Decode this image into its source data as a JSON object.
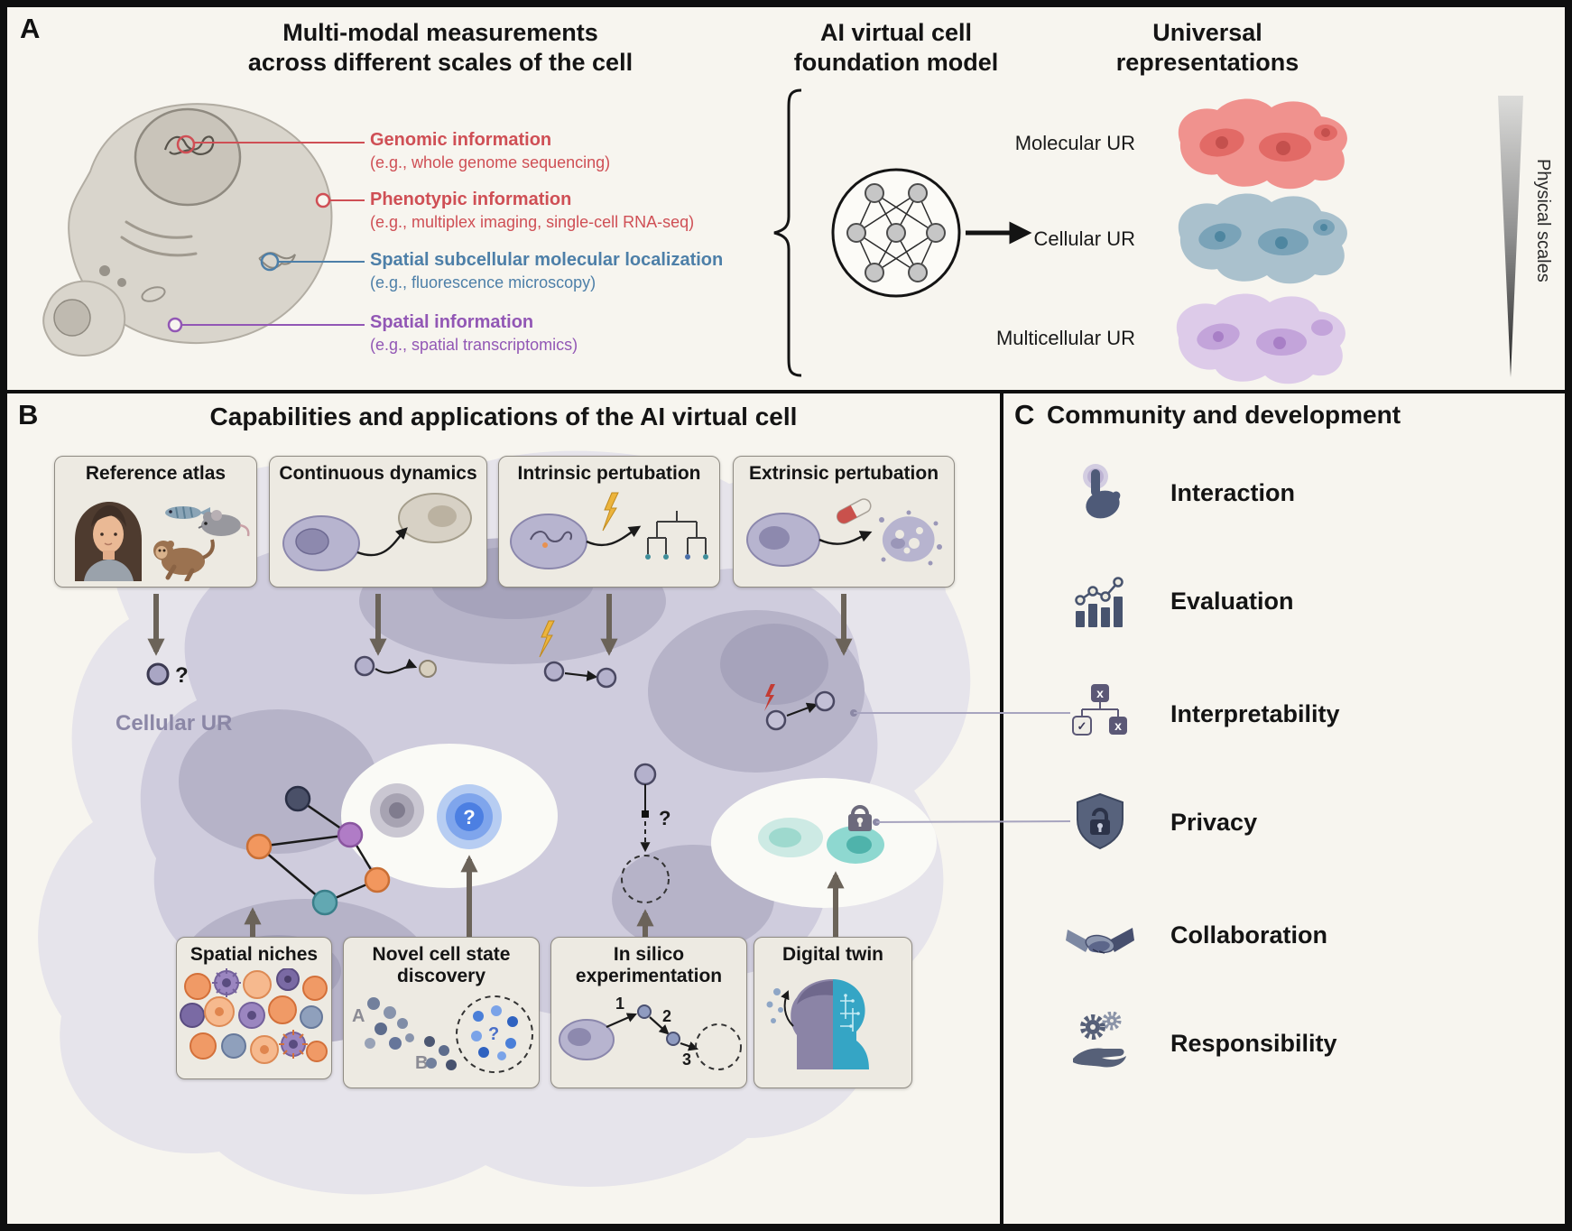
{
  "panelA": {
    "label": "A",
    "title": "Multi-modal measurements\nacross different scales of the cell",
    "model_title": "AI virtual cell\nfoundation model",
    "representations_title": "Universal\nrepresentations",
    "callouts": [
      {
        "title": "Genomic information",
        "subtitle": "(e.g., whole genome sequencing)",
        "color": "#cf4f55"
      },
      {
        "title": "Phenotypic information",
        "subtitle": "(e.g., multiplex imaging, single-cell RNA-seq)",
        "color": "#cf4f55"
      },
      {
        "title": "Spatial subcellular molecular localization",
        "subtitle": "(e.g., fluorescence microscopy)",
        "color": "#4d7fa8"
      },
      {
        "title": "Spatial information",
        "subtitle": "(e.g., spatial transcriptomics)",
        "color": "#9257b5"
      }
    ],
    "representations": [
      {
        "label": "Molecular UR",
        "blob_color": "#f0928e",
        "inner_color": "#e26a66"
      },
      {
        "label": "Cellular UR",
        "blob_color": "#aac1cd",
        "inner_color": "#7aa3b8"
      },
      {
        "label": "Multicellular UR",
        "blob_color": "#ddcbe9",
        "inner_color": "#c3a4da"
      }
    ],
    "scale_label": "Physical scales"
  },
  "panelB": {
    "label": "B",
    "title": "Capabilities and applications of the AI virtual cell",
    "cellular_ur_label": "Cellular UR",
    "top_cards": [
      {
        "title": "Reference atlas"
      },
      {
        "title": "Continuous dynamics"
      },
      {
        "title": "Intrinsic pertubation"
      },
      {
        "title": "Extrinsic pertubation"
      }
    ],
    "bottom_cards": [
      {
        "title": "Spatial niches"
      },
      {
        "title": "Novel cell state\ndiscovery"
      },
      {
        "title": "In silico\nexperimentation"
      },
      {
        "title": "Digital twin"
      }
    ],
    "marks": {
      "reference_query": "?",
      "novel_state_query": "?",
      "insilico_query": "?",
      "novel_card_query": "?",
      "cluster_a": "A",
      "cluster_b": "B",
      "steps": [
        "1",
        "2",
        "3"
      ]
    }
  },
  "panelC": {
    "label": "C",
    "title": "Community and development",
    "items": [
      {
        "label": "Interaction",
        "icon": "pointing-hand-icon"
      },
      {
        "label": "Evaluation",
        "icon": "bar-chart-icon"
      },
      {
        "label": "Interpretability",
        "icon": "decision-tree-icon"
      },
      {
        "label": "Privacy",
        "icon": "shield-lock-icon"
      },
      {
        "label": "Collaboration",
        "icon": "handshake-icon"
      },
      {
        "label": "Responsibility",
        "icon": "hand-gears-icon"
      }
    ],
    "interpretability_glyphs": {
      "top": "x",
      "left": "✓",
      "right": "x"
    }
  },
  "colors": {
    "background": "#f7f5ef",
    "border": "#0f0f0f",
    "red_accent": "#cf4f55",
    "blue_accent": "#4d7fa8",
    "purple_accent": "#9257b5",
    "card_bg": "#edeae2",
    "arrow": "#6b6359",
    "manifold_light": "#e6e4eb",
    "manifold_mid": "#cfccdd",
    "manifold_dark": "#b6b3c8",
    "teal_cell": "#8ed8d0",
    "query_blue": "#4c7fe2"
  }
}
